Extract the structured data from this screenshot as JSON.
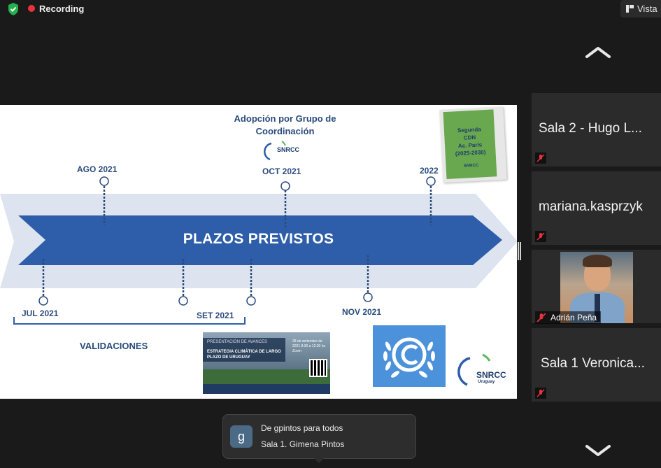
{
  "topbar": {
    "recording_label": "Recording",
    "view_label": "Vista"
  },
  "slide": {
    "adoption_text": "Adopción por Grupo de Coordinación",
    "title": "PLAZOS PREVISTOS",
    "milestones_top": [
      "AGO 2021",
      "OCT 2021",
      "2022"
    ],
    "milestones_bottom": [
      "JUL 2021",
      "SET 2021",
      "NOV 2021"
    ],
    "validations_label": "VALIDACIONES",
    "snrcc_logo": "SNRCC",
    "snrcc_sub": "Uruguay",
    "book": {
      "lines": [
        "Segunda",
        "CDN",
        "Ac. París",
        "(2025-2030)"
      ],
      "logo": "SNRCC"
    },
    "flyer": {
      "kicker": "PRESENTACIÓN DE AVANCES",
      "title": "ESTRATEGIA CLIMÁTICA DE LARGO PLAZO DE URUGUAY",
      "date": "28 de setiembre de 2021 8:30 a 12:30 hs Zoom"
    },
    "colors": {
      "arrow": "#2e5eaa",
      "arrow_back": "#dde4ef",
      "text": "#2a4b7c",
      "un_blue": "#4b92db"
    }
  },
  "participants": [
    {
      "name": "Sala 2 - Hugo L...",
      "muted": true
    },
    {
      "name": "mariana.kasprzyk",
      "muted": true
    },
    {
      "name": "Adrián Peña",
      "muted": true,
      "video": true
    },
    {
      "name": "Sala 1 Veronica...",
      "muted": true
    }
  ],
  "chat": {
    "avatar_letter": "g",
    "header": "De gpintos para todos",
    "message": "Sala 1. Gimena Pintos"
  },
  "icons": [
    "shield-check-icon",
    "record-dot-icon",
    "view-grid-icon",
    "chevron-up-icon",
    "chevron-down-icon",
    "mic-muted-icon"
  ]
}
